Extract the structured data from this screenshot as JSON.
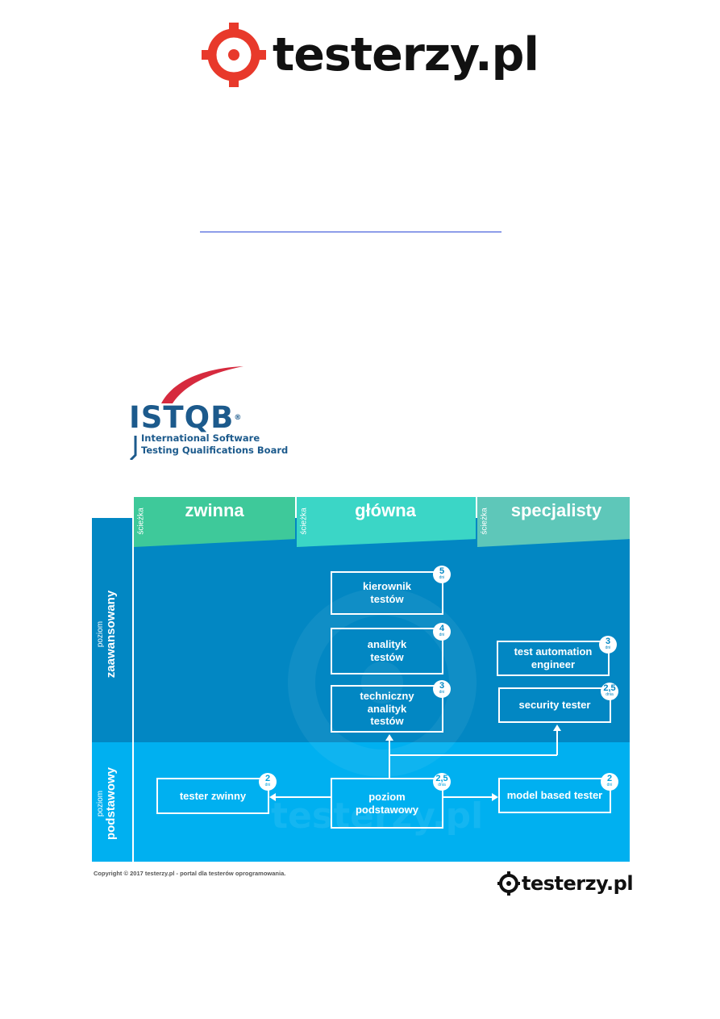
{
  "header": {
    "brand": "testerzy.pl",
    "brand_color": "#e8392b"
  },
  "istqb": {
    "acronym": "ISTQB",
    "registered": "®",
    "line1": "International Software",
    "line2": "Testing Qualifications Board",
    "text_color": "#1c5a8c",
    "swoosh_color": "#d62a3e"
  },
  "diagram": {
    "colors": {
      "advanced": "#0287c3",
      "foundation": "#00b0f0",
      "agile": "#3ec99a",
      "core": "#3bd6c6",
      "specialist": "#5ec7b9"
    },
    "paths": [
      {
        "kicker": "ścieżka",
        "title": "zwinna"
      },
      {
        "kicker": "ścieżka",
        "title": "główna"
      },
      {
        "kicker": "ścieżka",
        "title": "specjalisty"
      }
    ],
    "levels": {
      "advanced": {
        "small": "poziom",
        "big": "zaawansowany"
      },
      "foundation": {
        "small": "poziom",
        "big": "podstawowy"
      }
    },
    "nodes": {
      "test_manager": {
        "label": "kierownik\ntestów",
        "days": "5",
        "unit": "dni"
      },
      "test_analyst": {
        "label": "analityk\ntestów",
        "days": "4",
        "unit": "dni"
      },
      "tech_analyst": {
        "label": "techniczny\nanalityk\ntestów",
        "days": "3",
        "unit": "dni"
      },
      "automation": {
        "label": "test automation\nengineer",
        "days": "3",
        "unit": "dni"
      },
      "security": {
        "label": "security tester",
        "days": "2,5",
        "unit": "dnia"
      },
      "agile": {
        "label": "tester zwinny",
        "days": "2",
        "unit": "dni"
      },
      "foundation": {
        "label": "poziom\npodstawowy",
        "days": "2,5",
        "unit": "dnia"
      },
      "model_based": {
        "label": "model based tester",
        "days": "2",
        "unit": "dni"
      }
    }
  },
  "footer": {
    "copyright": "Copyright © 2017 testerzy.pl - portal dla testerów oprogramowania.",
    "brand": "testerzy.pl"
  }
}
